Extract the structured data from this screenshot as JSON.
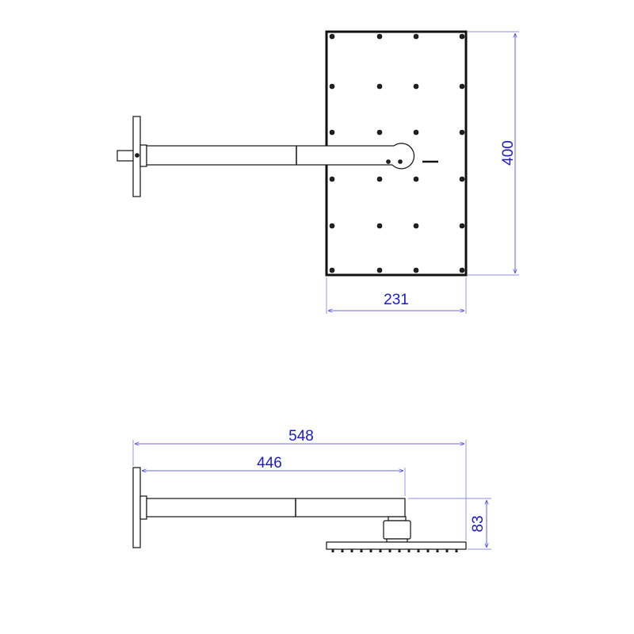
{
  "drawing": {
    "top_view": {
      "width_label": "231",
      "height_label": "400"
    },
    "side_view": {
      "total_length_label": "548",
      "arm_length_label": "446",
      "drop_height_label": "83"
    },
    "colors": {
      "line": "#111111",
      "dimension": "#1a1acc"
    }
  }
}
